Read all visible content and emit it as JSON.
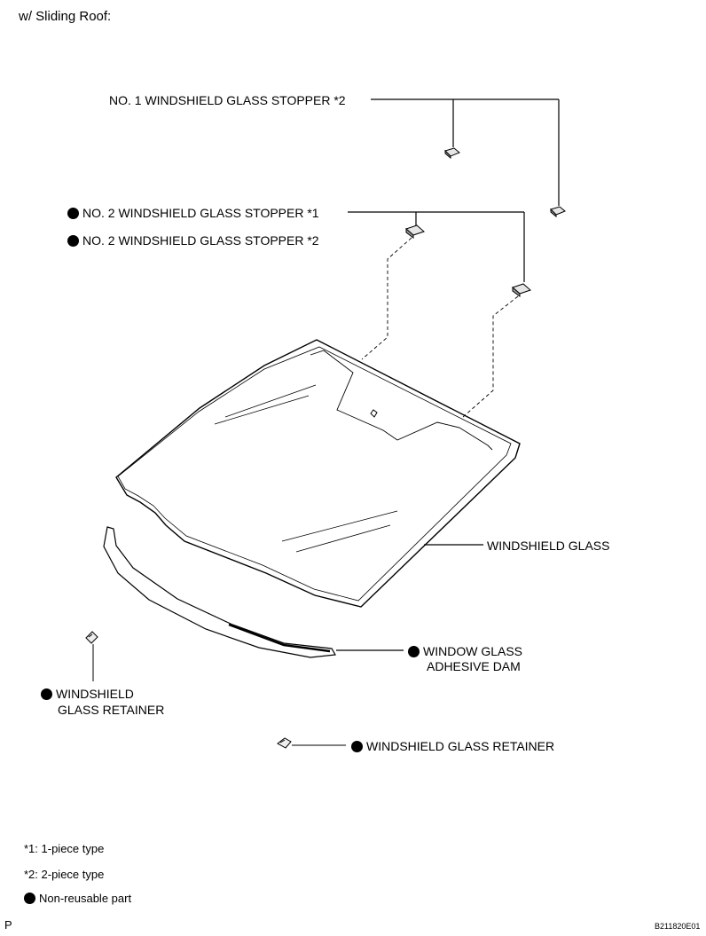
{
  "header": {
    "title": "w/ Sliding Roof:"
  },
  "labels": {
    "stopper_no1_2piece": "NO. 1 WINDSHIELD GLASS STOPPER *2",
    "stopper_no2_1piece": "NO. 2 WINDSHIELD GLASS STOPPER *1",
    "stopper_no2_2piece": "NO. 2 WINDSHIELD GLASS STOPPER *2",
    "windshield_glass": "WINDSHIELD GLASS",
    "adhesive_dam_line1": "WINDOW GLASS",
    "adhesive_dam_line2": "ADHESIVE DAM",
    "retainer_left_line1": "WINDSHIELD",
    "retainer_left_line2": "GLASS RETAINER",
    "retainer_lower": "WINDSHIELD GLASS RETAINER"
  },
  "legend": {
    "note1": "*1: 1-piece type",
    "note2": "*2: 2-piece type",
    "non_reusable": "Non-reusable part"
  },
  "footer": {
    "left_mark": "P",
    "figure_code": "B211820E01"
  }
}
